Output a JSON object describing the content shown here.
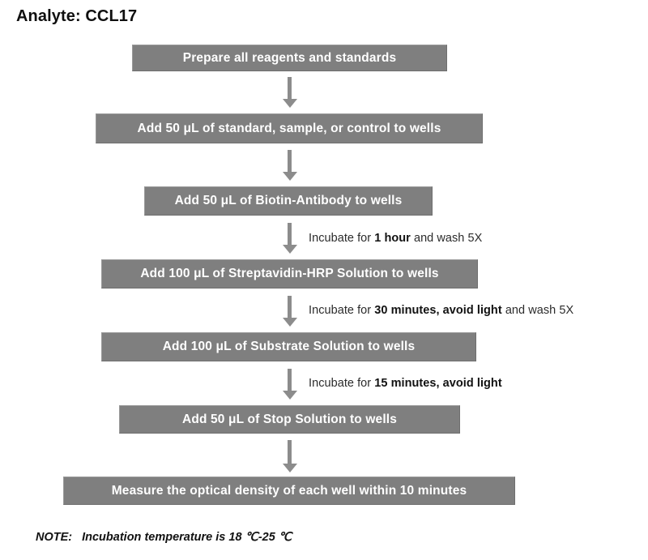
{
  "title": "Analyte: CCL17",
  "colors": {
    "box_fill": "#7f7f7f",
    "box_text": "#ffffff",
    "arrow": "#8c8c8c",
    "page_background": "#ffffff",
    "body_text": "#1a1a1a"
  },
  "chart_data": {
    "type": "diagram",
    "diagram_kind": "vertical-flowchart",
    "title": "Analyte: CCL17",
    "node_count": 7,
    "edge_count": 6,
    "nodes": [
      {
        "id": "step1",
        "label": "Prepare all reagents and standards"
      },
      {
        "id": "step2",
        "label": "Add 50 μL of standard, sample, or control to wells"
      },
      {
        "id": "step3",
        "label": "Add 50 μL of Biotin-Antibody to wells"
      },
      {
        "id": "step4",
        "label": "Add 100 μL of Streptavidin-HRP Solution to wells"
      },
      {
        "id": "step5",
        "label": "Add 100 μL of Substrate Solution to wells"
      },
      {
        "id": "step6",
        "label": "Add 50 μL of Stop Solution to wells"
      },
      {
        "id": "step7",
        "label": "Measure the optical density of each well within 10 minutes"
      }
    ],
    "edges": [
      {
        "from": "step1",
        "to": "step2",
        "label": ""
      },
      {
        "from": "step2",
        "to": "step3",
        "label": ""
      },
      {
        "from": "step3",
        "to": "step4",
        "label": "Incubate for 1 hour and wash 5X"
      },
      {
        "from": "step4",
        "to": "step5",
        "label": "Incubate for 30 minutes, avoid light and wash 5X"
      },
      {
        "from": "step5",
        "to": "step6",
        "label": "Incubate for 15 minutes, avoid light"
      },
      {
        "from": "step6",
        "to": "step7",
        "label": ""
      }
    ],
    "footnote": "NOTE:  Incubation temperature is 18 ℃-25 ℃"
  },
  "steps": [
    {
      "label": "Prepare all reagents and standards"
    },
    {
      "label": "Add 50 μL of standard, sample, or control to wells"
    },
    {
      "label": "Add 50 μL of Biotin-Antibody to wells"
    },
    {
      "label": "Add 100 μL of Streptavidin-HRP Solution to wells"
    },
    {
      "label": "Add 100 μL of Substrate Solution to wells"
    },
    {
      "label": "Add 50 μL of Stop Solution to wells"
    },
    {
      "label": "Measure the optical density of each well within 10 minutes"
    }
  ],
  "annotations": [
    {
      "prefix": "Incubate for ",
      "emphasis": "1 hour",
      "suffix": " and wash 5X",
      "full": "Incubate for 1 hour and wash 5X"
    },
    {
      "prefix": "Incubate for ",
      "emphasis": "30 minutes, avoid light",
      "suffix": " and wash 5X",
      "full": "Incubate for 30 minutes, avoid light and wash 5X"
    },
    {
      "prefix": "Incubate for ",
      "emphasis": "15 minutes, avoid light",
      "suffix": "",
      "full": "Incubate for 15 minutes, avoid light"
    }
  ],
  "note": {
    "label": "NOTE:",
    "text": "Incubation temperature is 18 ℃-25 ℃"
  }
}
